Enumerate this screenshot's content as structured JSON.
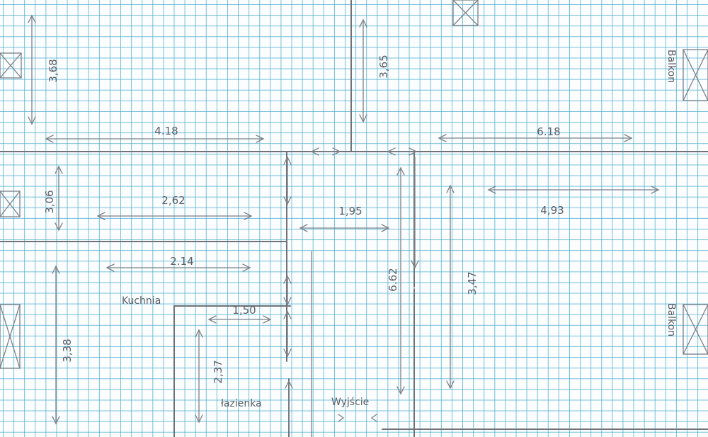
{
  "plan": {
    "rooms": {
      "kitchen": "Kuchnia",
      "bathroom": "łazienka",
      "exit": "Wyjście",
      "balcony_top": "Balkon",
      "balcony_bottom": "Balkon"
    },
    "dimensions": {
      "d_368": "3,68",
      "d_365": "3,65",
      "d_418": "4.18",
      "d_618": "6.18",
      "d_306": "3,06",
      "d_262": "2,62",
      "d_195": "1,95",
      "d_493": "4,93",
      "d_214": "2.14",
      "d_150": "1,50",
      "d_662": "6.62",
      "d_347": "3,47",
      "d_338": "3,38",
      "d_237": "2,37"
    }
  },
  "colors": {
    "grid": "#46aacd",
    "pencil": "#6f7378",
    "paper": "#fbfdff"
  }
}
